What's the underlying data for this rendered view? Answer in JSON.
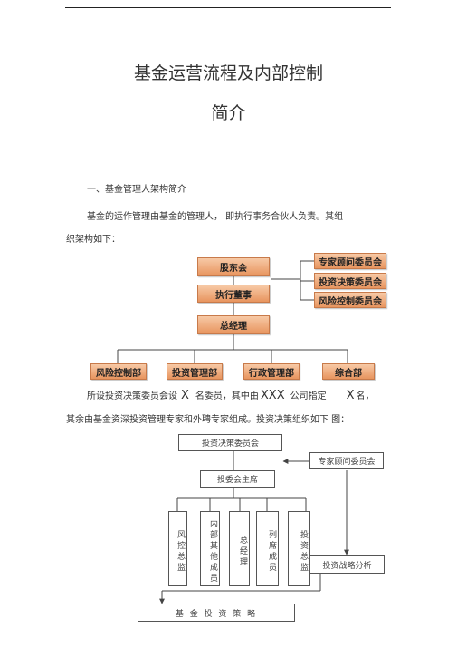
{
  "title_line1": "基金运营流程及内部控制",
  "title_line2": "简介",
  "section1_heading": "一、基金管理人架构简介",
  "para1_line1": "基金的运作管理由基金的管理人，  即执行事务合伙人负责。其组",
  "para1_line2": "织架构如下：",
  "org": {
    "shareholders": "股东会",
    "executive_director": "执行董事",
    "general_manager": "总经理",
    "expert_committee": "专家顾问委员会",
    "investment_committee": "投资决策委员会",
    "risk_committee": "风险控制委员会",
    "departments": [
      "风险控制部",
      "投资管理部",
      "行政管理部",
      "综合部"
    ]
  },
  "para2": {
    "part1": "所设投资决策委员会设",
    "x1": "X",
    "part2": "名委员，其中由",
    "xxx": "XXX",
    "part3": "公司指定",
    "x2": "X",
    "part4": "名，",
    "line2": "其余由基金资深投资管理专家和外聘专家组成。投资决策组织如下 图："
  },
  "flow": {
    "investment_committee": "投资决策委员会",
    "expert_committee": "专家顾问委员会",
    "chair": "投委会主席",
    "members": [
      "风控总监",
      "内部其他成员",
      "总经理",
      "列席成员",
      "投资总监"
    ],
    "strategy_analysis": "投资战略分析",
    "fund_strategy": "基 金 投 资 策 略"
  }
}
